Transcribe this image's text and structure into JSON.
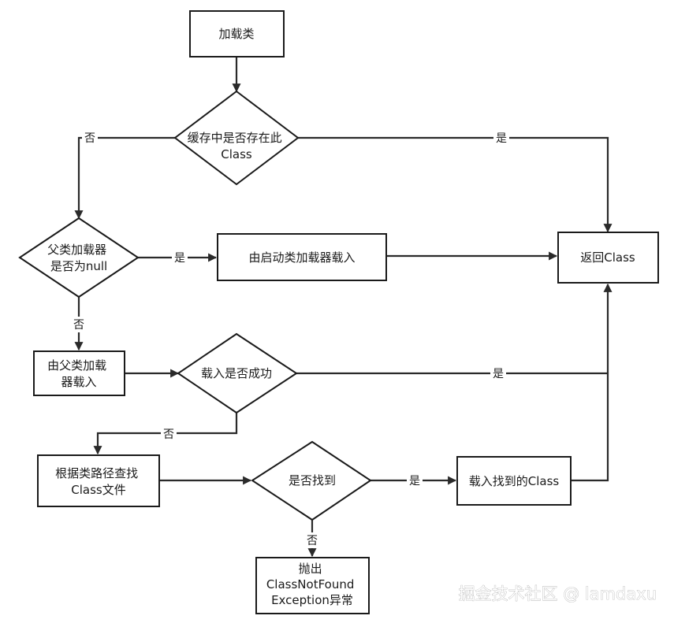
{
  "nodes": {
    "load_class": "加载类",
    "cache_check": [
      "缓存中是否存在此",
      "Class"
    ],
    "parent_null": [
      "父类加载器",
      "是否为null"
    ],
    "bootstrap_load": "由启动类加载器载入",
    "return_class": "返回Class",
    "parent_load": [
      "由父类加载",
      "器载入"
    ],
    "load_success": "载入是否成功",
    "find_by_path": [
      "根据类路径查找",
      "Class文件"
    ],
    "found_check": "是否找到",
    "load_found": "载入找到的Class",
    "throw_exception": [
      "抛出",
      "ClassNotFound",
      "Exception异常"
    ]
  },
  "edge_labels": {
    "cache_no": "否",
    "cache_yes": "是",
    "parent_null_yes": "是",
    "parent_null_no": "否",
    "load_success_yes": "是",
    "load_success_no": "否",
    "found_yes": "是",
    "found_no": "否"
  },
  "watermark": "掘金技术社区 @ lamdaxu"
}
